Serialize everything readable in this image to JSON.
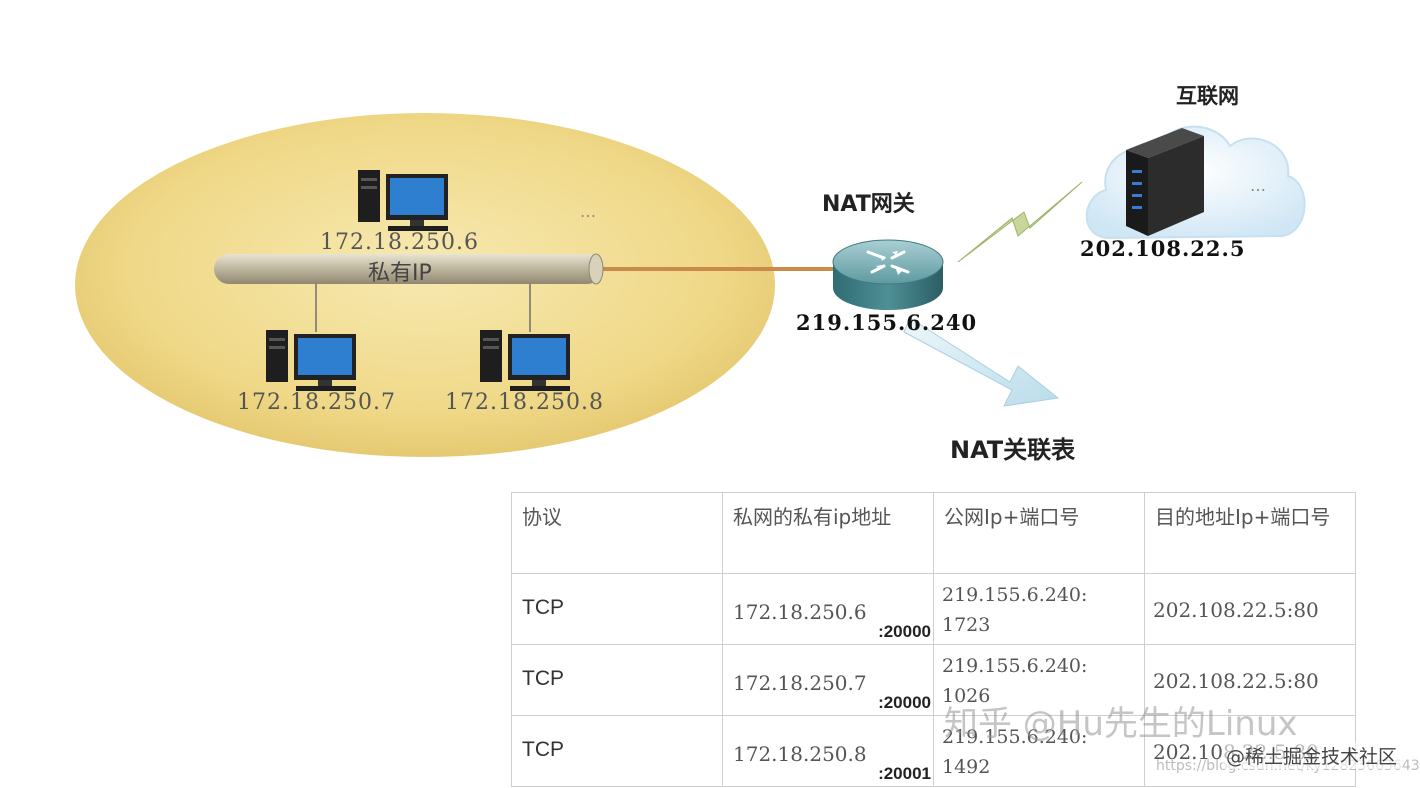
{
  "diagram": {
    "lan_bus_label": "私有IP",
    "hosts": [
      {
        "ip": "172.18.250.6"
      },
      {
        "ip": "172.18.250.7"
      },
      {
        "ip": "172.18.250.8"
      }
    ],
    "lan_ellipsis": "…",
    "gateway": {
      "title": "NAT网关",
      "ip": "219.155.6.240"
    },
    "internet": {
      "title": "互联网",
      "server_ip": "202.108.22.5",
      "ellipsis": "…"
    },
    "table_title": "NAT关联表"
  },
  "table": {
    "headers": [
      "协议",
      "私网的私有ip地址",
      "公网Ip+端口号",
      "目的地址Ip+端口号"
    ],
    "rows": [
      {
        "protocol": "TCP",
        "private_ip": "172.18.250.6",
        "private_port": ":20000",
        "public_ip": "219.155.6.240:",
        "public_port": "1723",
        "destination": "202.108.22.5:80"
      },
      {
        "protocol": "TCP",
        "private_ip": "172.18.250.7",
        "private_port": ":20000",
        "public_ip": "219.155.6.240:",
        "public_port": "1026",
        "destination": "202.108.22.5:80"
      },
      {
        "protocol": "TCP",
        "private_ip": "172.18.250.8",
        "private_port": ":20001",
        "public_ip": "219.155.6.240:",
        "public_port": "1492",
        "destination": "202.108.22.5:80"
      }
    ]
  },
  "watermarks": {
    "zhihu": "知乎 @Hu先生的Linux",
    "juejin": "@稀土掘金技术社区",
    "csdn": "https://blog.csdn.net/ky12823663643"
  },
  "colors": {
    "lan_area": "#f1dc8c",
    "bus": "#c9c2a8",
    "uplink": "#c98a4a",
    "monitor_screen": "#2f7fd0",
    "router": "#4f8f96",
    "cloud": "#dceef8"
  }
}
